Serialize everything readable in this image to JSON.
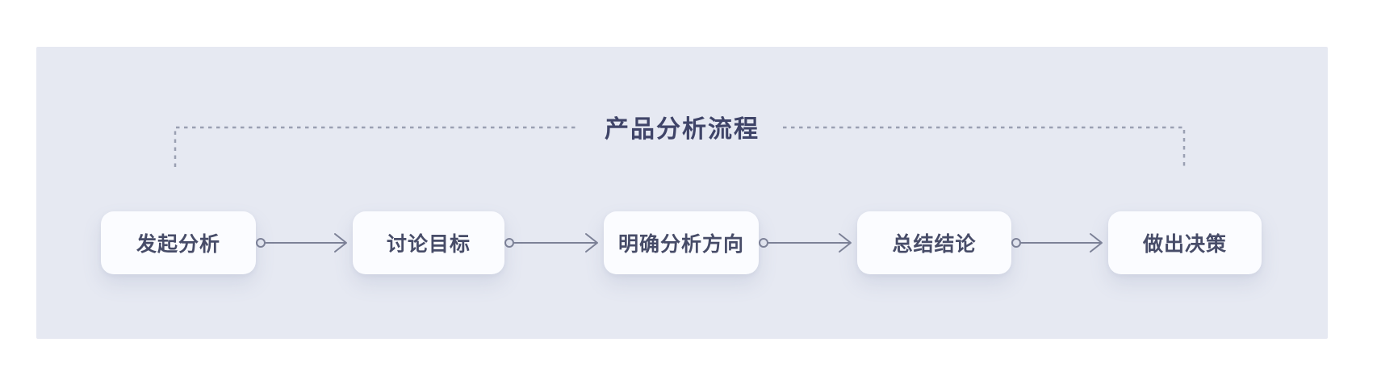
{
  "diagram": {
    "title": "产品分析流程",
    "steps": [
      {
        "label": "发起分析"
      },
      {
        "label": "讨论目标"
      },
      {
        "label": "明确分析方向"
      },
      {
        "label": "总结结论"
      },
      {
        "label": "做出决策"
      }
    ],
    "colors": {
      "panel_bg": "#e6e9f2",
      "node_bg": "#fbfcff",
      "node_text": "#474c68",
      "title_text": "#3f4468",
      "arrow": "#7d8297",
      "dash": "#9aa0b2"
    }
  }
}
